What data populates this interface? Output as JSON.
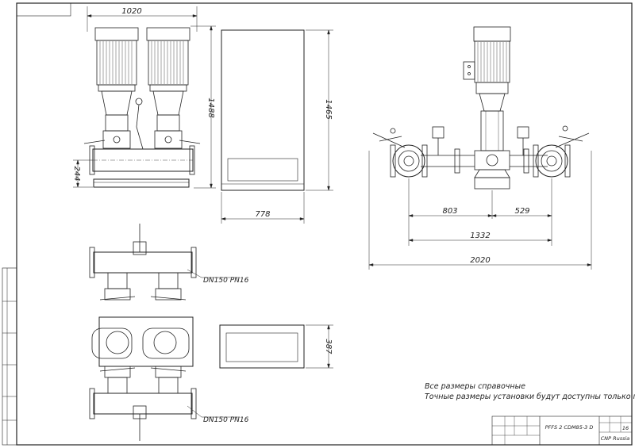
{
  "dimensions": {
    "front_width": "1020",
    "front_height": "1488",
    "inlet_height": "244",
    "side_height": "1465",
    "side_depth": "778",
    "left_offset": "803",
    "right_offset": "529",
    "flange_span": "1332",
    "total_length": "2020",
    "plan_depth": "387"
  },
  "labels": {
    "top_connection": "DN150 PN16",
    "bottom_connection": "DN150 PN16"
  },
  "notes": {
    "line1": "Все размеры справочные",
    "line2": "Точные размеры установки будут доступны только после сборки"
  },
  "title_block": {
    "designation": "PFFS 2 CDM85-3 D",
    "sheets_value": "16",
    "company": "CNP Russia"
  }
}
